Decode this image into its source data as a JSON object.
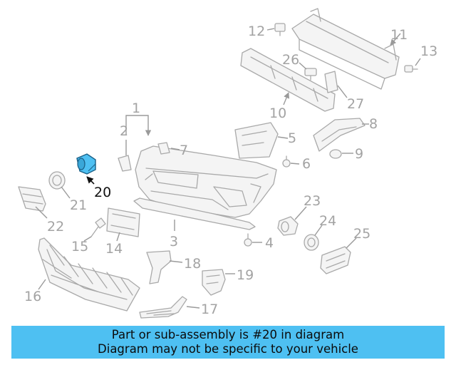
{
  "highlight_color": "#4ec0f2",
  "highlighted_part": "20",
  "callouts": [
    "1",
    "2",
    "3",
    "4",
    "5",
    "6",
    "7",
    "8",
    "9",
    "10",
    "11",
    "12",
    "13",
    "14",
    "15",
    "16",
    "17",
    "18",
    "19",
    "20",
    "21",
    "22",
    "23",
    "24",
    "25",
    "26",
    "27"
  ],
  "banner": {
    "line1": "Part or sub-assembly is #20 in diagram",
    "line2": "Diagram may not be specific to your vehicle"
  }
}
